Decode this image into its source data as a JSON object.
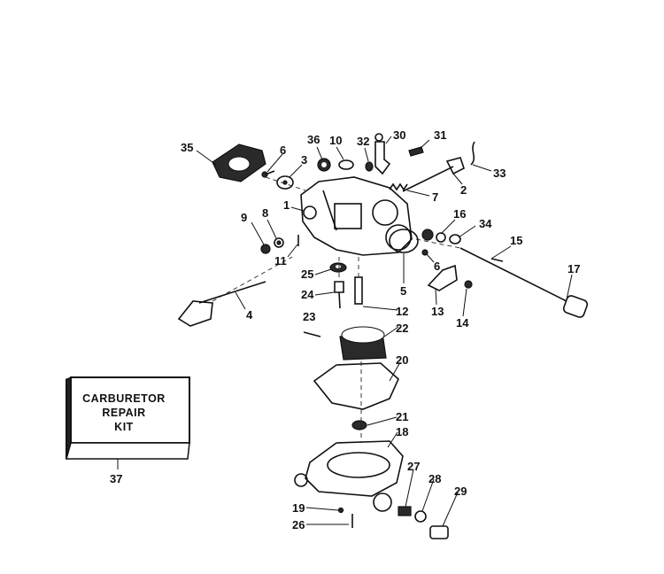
{
  "callouts": [
    "35",
    "6",
    "36",
    "10",
    "32",
    "30",
    "31",
    "33",
    "3",
    "1",
    "7",
    "2",
    "9",
    "8",
    "11",
    "16",
    "34",
    "15",
    "17",
    "25",
    "6",
    "5",
    "13",
    "14",
    "24",
    "12",
    "4",
    "23",
    "22",
    "20",
    "21",
    "18",
    "27",
    "28",
    "29",
    "19",
    "26",
    "37"
  ],
  "kit": {
    "line1": "CARBURETOR",
    "line2": "REPAIR",
    "line3": "KIT"
  }
}
